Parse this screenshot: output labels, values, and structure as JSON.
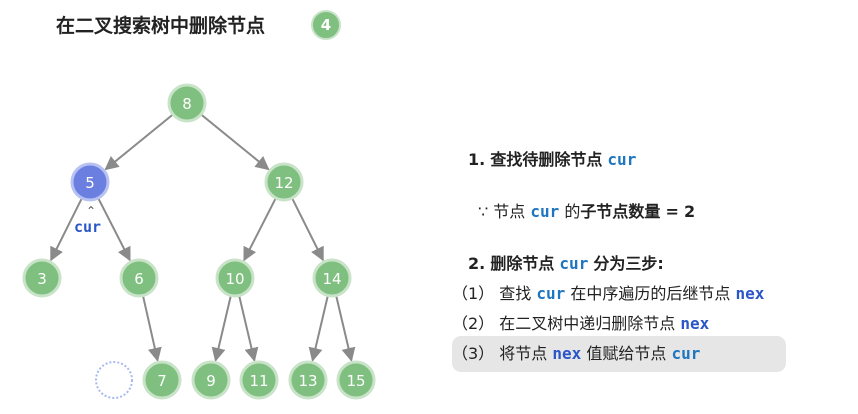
{
  "title": "在二叉搜索树中删除节点",
  "step": "4",
  "tree": {
    "nodes": [
      {
        "id": "8",
        "label": "8",
        "state": "normal"
      },
      {
        "id": "5",
        "label": "5",
        "state": "current"
      },
      {
        "id": "12",
        "label": "12",
        "state": "normal"
      },
      {
        "id": "3",
        "label": "3",
        "state": "normal"
      },
      {
        "id": "6",
        "label": "6",
        "state": "normal"
      },
      {
        "id": "10",
        "label": "10",
        "state": "normal"
      },
      {
        "id": "14",
        "label": "14",
        "state": "normal"
      },
      {
        "id": "7",
        "label": "7",
        "state": "normal"
      },
      {
        "id": "9",
        "label": "9",
        "state": "normal"
      },
      {
        "id": "11",
        "label": "11",
        "state": "normal"
      },
      {
        "id": "13",
        "label": "13",
        "state": "normal"
      },
      {
        "id": "15",
        "label": "15",
        "state": "normal"
      },
      {
        "id": "empty",
        "label": "",
        "state": "placeholder"
      }
    ],
    "edges": [
      [
        "8",
        "5"
      ],
      [
        "8",
        "12"
      ],
      [
        "5",
        "3"
      ],
      [
        "5",
        "6"
      ],
      [
        "12",
        "10"
      ],
      [
        "12",
        "14"
      ],
      [
        "6",
        "7"
      ],
      [
        "10",
        "9"
      ],
      [
        "10",
        "11"
      ],
      [
        "14",
        "13"
      ],
      [
        "14",
        "15"
      ]
    ],
    "pointer_label": "cur",
    "colors": {
      "node": "#7fbf7f",
      "node_ring": "#c8e3c8",
      "current": "#6a7fe0",
      "current_ring": "#b7c2f2",
      "edge": "#8a8a8a",
      "placeholder": "#a9b8f0"
    }
  },
  "steps": {
    "s1": {
      "num": "1.",
      "text": "查找待删除节点",
      "code": "cur"
    },
    "s1_reason": {
      "symbol": "∵",
      "pre": "节点",
      "code": "cur",
      "mid": "的",
      "bold": "子节点数量",
      "eq": "=",
      "val": "2"
    },
    "s2": {
      "num": "2.",
      "text": "删除节点",
      "code": "cur",
      "tail": "分为三步:"
    },
    "sub1": {
      "num": "（1）",
      "pre": "查找",
      "code": "cur",
      "mid": "在中序遍历的后继节点",
      "code2": "nex"
    },
    "sub2": {
      "num": "（2）",
      "pre": "在二叉树中递归删除节点",
      "code": "nex"
    },
    "sub3": {
      "num": "（3）",
      "pre": "将节点",
      "code": "nex",
      "mid": "值赋给节点",
      "code2": "cur"
    }
  }
}
